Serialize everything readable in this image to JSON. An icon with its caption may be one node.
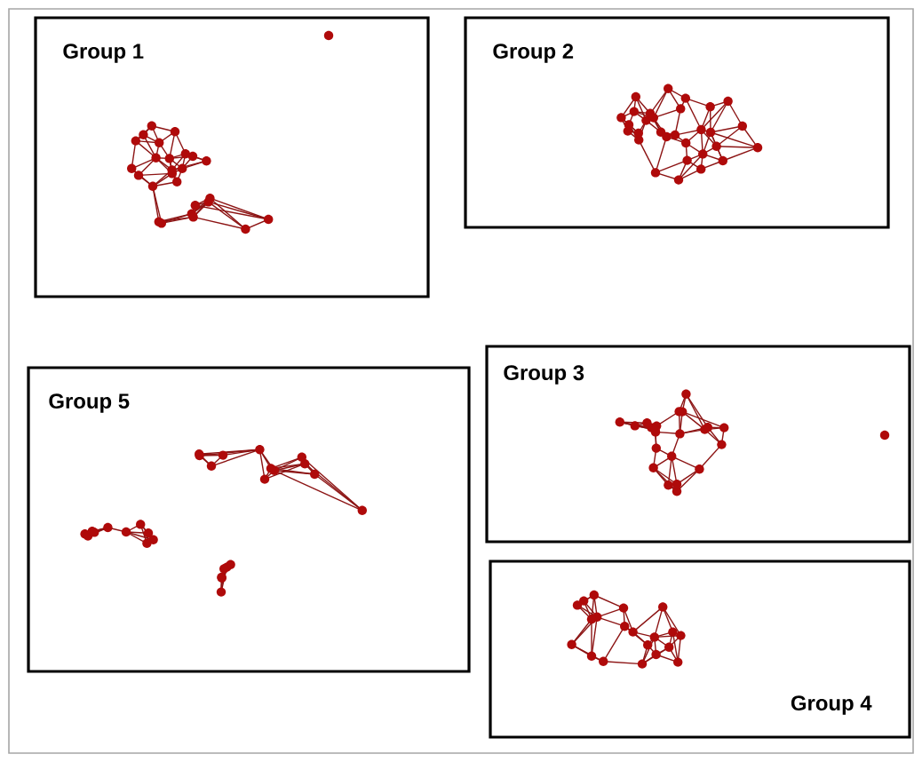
{
  "diagram": {
    "nodes": [
      {
        "text": [
          "Group 1"
        ]
      },
      {
        "text": [
          "Group 2"
        ]
      },
      {
        "text": [
          "Group 5"
        ]
      },
      {
        "text": [
          "Group 3"
        ]
      },
      {
        "text": [
          "Group 4"
        ]
      }
    ]
  }
}
